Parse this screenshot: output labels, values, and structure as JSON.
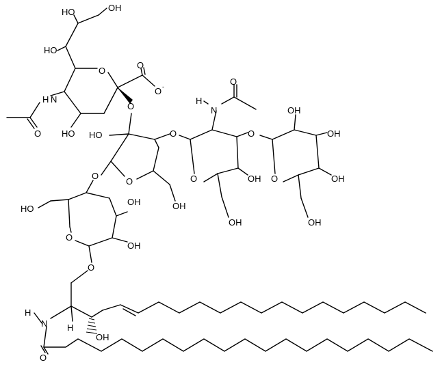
{
  "labels": {
    "oh": "HO",
    "ho_right": "OH",
    "o": "O",
    "h": "H",
    "n": "N",
    "carboxylate_charge": "-"
  },
  "colors": {
    "ink": "#000000",
    "background": "#ffffff"
  }
}
